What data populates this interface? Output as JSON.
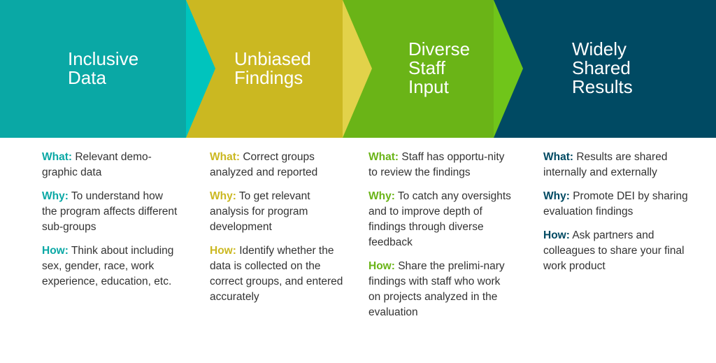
{
  "colors": {
    "teal": "#0aa8a5",
    "teal_light": "#00c4bd",
    "olive": "#cbb821",
    "olive_light": "#e2d24a",
    "green": "#6ab417",
    "green_light": "#70c51a",
    "navy": "#004a63"
  },
  "steps": [
    {
      "title": [
        "Inclusive",
        "Data"
      ],
      "what_label": "What:",
      "what": " Relevant demo-graphic data",
      "why_label": "Why:",
      "why": " To understand how the program affects different sub-groups",
      "how_label": "How:",
      "how": " Think about including sex, gender, race, work experience, education, etc."
    },
    {
      "title": [
        "Unbiased",
        "Findings"
      ],
      "what_label": "What:",
      "what": " Correct groups analyzed and reported",
      "why_label": "Why:",
      "why": " To get relevant analysis for program development",
      "how_label": "How:",
      "how": " Identify whether the data is collected on the correct groups, and entered accurately"
    },
    {
      "title": [
        "Diverse",
        "Staff",
        "Input"
      ],
      "what_label": "What:",
      "what": " Staff has opportu-nity to review the findings",
      "why_label": "Why:",
      "why": " To catch any oversights and to improve depth of findings through diverse feedback",
      "how_label": "How:",
      "how": " Share the prelimi-nary findings with staff who work on projects analyzed in the evaluation"
    },
    {
      "title": [
        "Widely",
        "Shared",
        "Results"
      ],
      "what_label": "What:",
      "what": " Results are shared internally and externally",
      "why_label": "Why:",
      "why": " Promote DEI by sharing evaluation findings",
      "how_label": "How:",
      "how": " Ask partners and colleagues to share your final work product"
    }
  ]
}
